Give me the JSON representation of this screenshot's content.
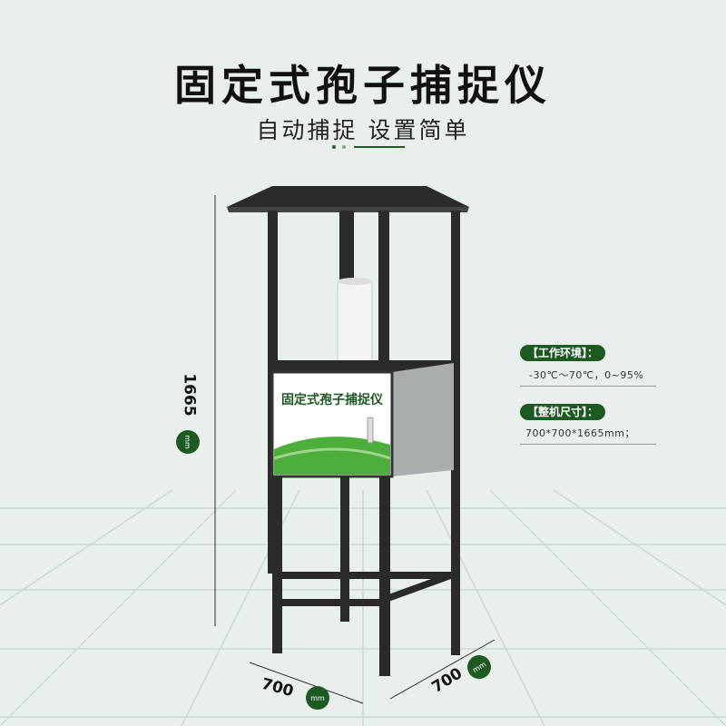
{
  "header": {
    "title": "固定式孢子捕捉仪",
    "subtitle": "自动捕捉  设置简单"
  },
  "device": {
    "panel_label": "固定式孢子捕捉仪"
  },
  "specs": [
    {
      "label": "【工作环境】：",
      "value": "-30℃～70℃，0~95%"
    },
    {
      "label": "【整机尺寸】：",
      "value": "700*700*1665mm；"
    }
  ],
  "dimensions": {
    "height": "1665",
    "width": "700",
    "depth": "700",
    "unit": "mm"
  },
  "colors": {
    "accent": "#1d5a22",
    "background": "#e9efea"
  }
}
